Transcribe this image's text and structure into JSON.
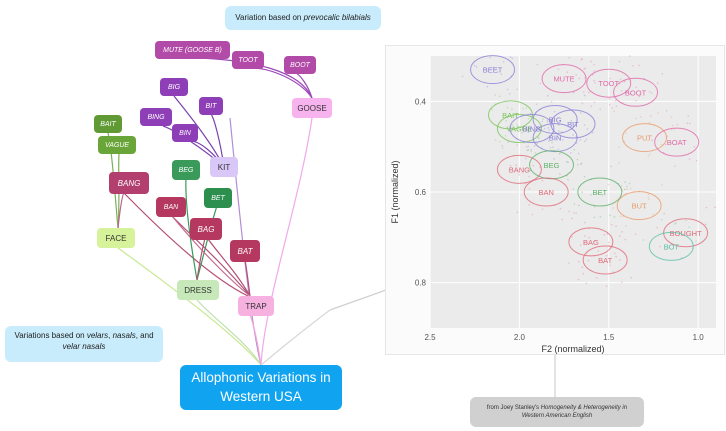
{
  "root": {
    "title": "Allophonic Variations in Western USA"
  },
  "callouts": {
    "bilabial": {
      "lead": "Variation based on ",
      "em": "prevocalic bilabials"
    },
    "velar": {
      "lead": "Variations based on ",
      "em1": "velars",
      "sep1": ", ",
      "em2": "nasals",
      "sep2": ", and ",
      "em3": "velar nasals"
    }
  },
  "source": {
    "lead": "from Joey Stanley's ",
    "em": "Homogeneity & Heterogeneity in Western American English"
  },
  "colors": {
    "root": "#0fa3f0",
    "callout": "#c8ecfb",
    "purple": "#8e3fb8",
    "magenta": "#b24aa8",
    "pink_goose": "#f7b3ee",
    "green_dark": "#3a9a5a",
    "green_olive": "#6aa53a",
    "face": "#d6f29a",
    "dress": "#c7e8b8",
    "kit": "#d9c7f7",
    "trap": "#f6b1e0",
    "crimson": "#b4385f",
    "source": "#d0d0d0"
  },
  "nodes": {
    "goose": "GOOSE",
    "kit": "KIT",
    "face": "FACE",
    "dress": "DRESS",
    "trap": "TRAP",
    "mute": "MUTE (GOOSE B)",
    "toot": "TOOT",
    "boot": "BOOT",
    "big": "BIG",
    "bit": "BIT",
    "bing": "BING",
    "bin": "BIN",
    "bait": "BAIT",
    "vague": "VAGUE",
    "bang": "BANG",
    "beg": "BEG",
    "bet": "BET",
    "ban": "BAN",
    "bag": "BAG",
    "bat": "BAT"
  },
  "chart_data": {
    "type": "scatter",
    "xlabel": "F2 (normalized)",
    "ylabel": "F1 (normalized)",
    "xlim": [
      2.5,
      0.9
    ],
    "ylim": [
      0.3,
      0.9
    ],
    "x_reversed": true,
    "y_reversed": true,
    "xticks": [
      "2.5",
      "2.0",
      "1.5",
      "1.0"
    ],
    "xtick_values": [
      2.5,
      2.0,
      1.5,
      1.0
    ],
    "yticks": [
      "0.4",
      "0.6",
      "0.8"
    ],
    "ytick_values": [
      0.4,
      0.6,
      0.8
    ],
    "grid": true,
    "series": [
      {
        "name": "BEET",
        "x": 2.15,
        "y": 0.33,
        "color": "#8a7fd6"
      },
      {
        "name": "MUTE",
        "x": 1.75,
        "y": 0.35,
        "color": "#e06aa8"
      },
      {
        "name": "TOOT",
        "x": 1.5,
        "y": 0.36,
        "color": "#e06aa8"
      },
      {
        "name": "BOOT",
        "x": 1.35,
        "y": 0.38,
        "color": "#e06aa8"
      },
      {
        "name": "BAIT",
        "x": 2.05,
        "y": 0.43,
        "color": "#7ac45a"
      },
      {
        "name": "VAGUE",
        "x": 2.0,
        "y": 0.46,
        "color": "#7ac45a"
      },
      {
        "name": "BIG",
        "x": 1.8,
        "y": 0.44,
        "color": "#8a7fd6"
      },
      {
        "name": "BING",
        "x": 1.93,
        "y": 0.46,
        "color": "#8a7fd6"
      },
      {
        "name": "BIT",
        "x": 1.7,
        "y": 0.45,
        "color": "#8a7fd6"
      },
      {
        "name": "BIN",
        "x": 1.8,
        "y": 0.48,
        "color": "#8a7fd6"
      },
      {
        "name": "PUT",
        "x": 1.3,
        "y": 0.48,
        "color": "#e89a6a"
      },
      {
        "name": "BOAT",
        "x": 1.12,
        "y": 0.49,
        "color": "#e06aa8"
      },
      {
        "name": "BANG",
        "x": 2.0,
        "y": 0.55,
        "color": "#e06a7a"
      },
      {
        "name": "BEG",
        "x": 1.82,
        "y": 0.54,
        "color": "#5cb06a"
      },
      {
        "name": "BAN",
        "x": 1.85,
        "y": 0.6,
        "color": "#e06a7a"
      },
      {
        "name": "BET",
        "x": 1.55,
        "y": 0.6,
        "color": "#5cb06a"
      },
      {
        "name": "BUT",
        "x": 1.33,
        "y": 0.63,
        "color": "#e89a6a"
      },
      {
        "name": "BOUGHT",
        "x": 1.07,
        "y": 0.69,
        "color": "#e06a7a"
      },
      {
        "name": "BOT",
        "x": 1.15,
        "y": 0.72,
        "color": "#5cc0a8"
      },
      {
        "name": "BAG",
        "x": 1.6,
        "y": 0.71,
        "color": "#e06a7a"
      },
      {
        "name": "BAT",
        "x": 1.52,
        "y": 0.75,
        "color": "#e06a7a"
      }
    ]
  }
}
